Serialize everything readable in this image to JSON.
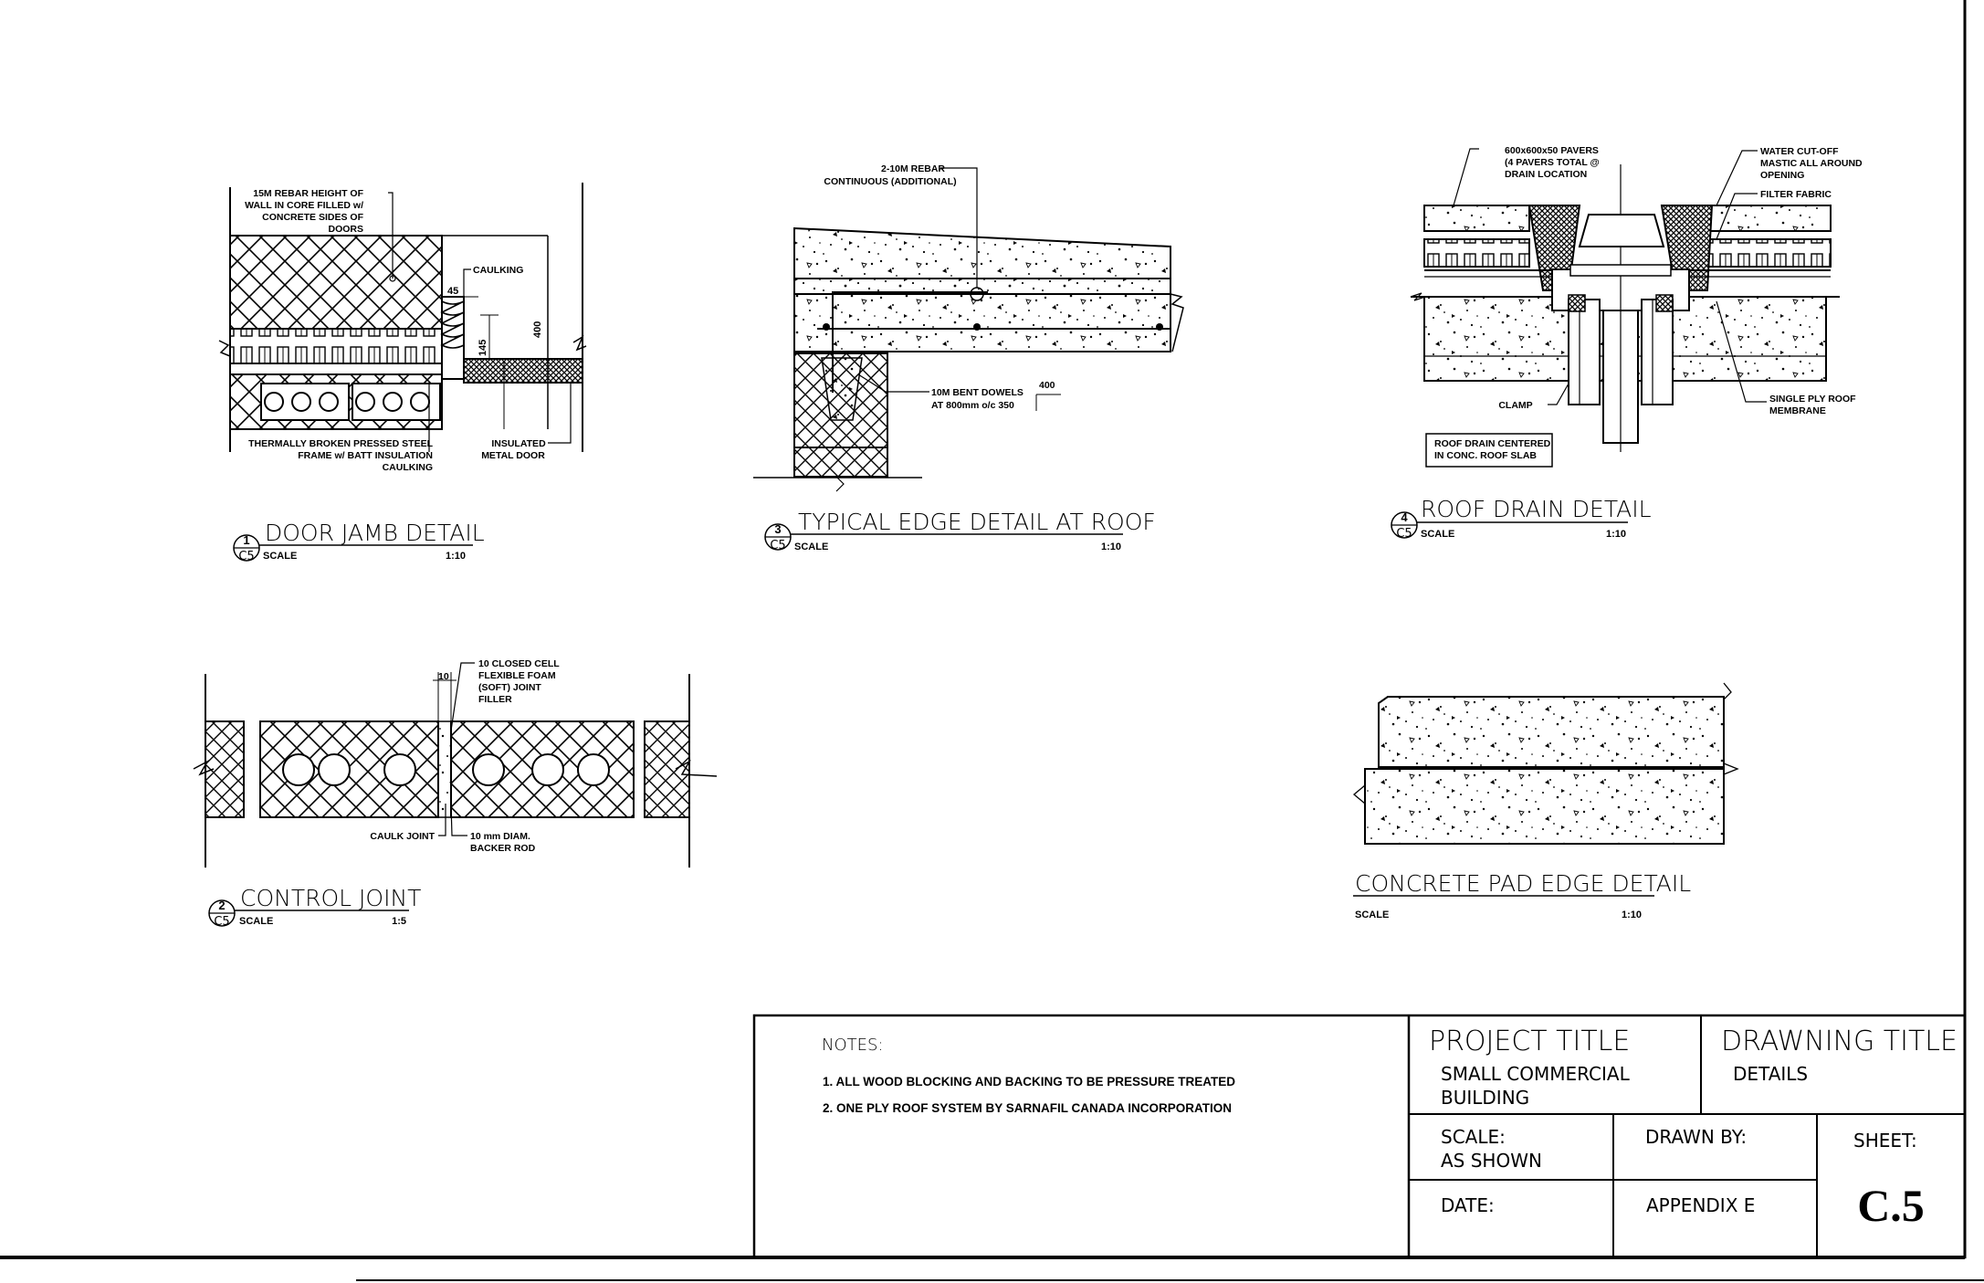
{
  "details": {
    "door_jamb": {
      "number": "1",
      "sheet_ref": "C5",
      "title": "DOOR JAMB DETAIL",
      "scale_label": "SCALE",
      "scale": "1:10",
      "labels": {
        "rebar_1": "15M REBAR HEIGHT OF",
        "rebar_2": "WALL IN CORE FILLED w/",
        "rebar_3": "CONCRETE SIDES OF",
        "rebar_4": "DOORS",
        "caulking": "CAULKING",
        "frame_1": "THERMALLY BROKEN PRESSED STEEL",
        "frame_2": "FRAME w/ BATT INSULATION",
        "frame_3": "CAULKING",
        "door_1": "INSULATED",
        "door_2": "METAL DOOR",
        "dim_45": "45",
        "dim_145": "145",
        "dim_400": "400"
      }
    },
    "control_joint": {
      "number": "2",
      "sheet_ref": "C5",
      "title": "CONTROL JOINT",
      "scale_label": "SCALE",
      "scale": "1:5",
      "labels": {
        "filler_1": "10 CLOSED CELL",
        "filler_2": "FLEXIBLE FOAM",
        "filler_3": "(SOFT) JOINT",
        "filler_4": "FILLER",
        "dim_10": "10",
        "caulk": "CAULK JOINT",
        "rod_1": "10 mm DIAM.",
        "rod_2": "BACKER ROD"
      }
    },
    "roof_edge": {
      "number": "3",
      "sheet_ref": "C5",
      "title": "TYPICAL EDGE DETAIL AT ROOF",
      "scale_label": "SCALE",
      "scale": "1:10",
      "labels": {
        "rebar_1": "2-10M REBAR",
        "rebar_2": "CONTINUOUS (ADDITIONAL)",
        "dowel_1": "10M BENT DOWELS",
        "dowel_2": "AT 800mm o/c 350",
        "dim_400": "400"
      }
    },
    "roof_drain": {
      "number": "4",
      "sheet_ref": "C5",
      "title": "ROOF DRAIN DETAIL",
      "scale_label": "SCALE",
      "scale": "1:10",
      "labels": {
        "pavers_1": "600x600x50 PAVERS",
        "pavers_2": "(4 PAVERS TOTAL @",
        "pavers_3": "DRAIN LOCATION",
        "water_1": "WATER CUT-OFF",
        "water_2": "MASTIC ALL AROUND",
        "water_3": "OPENING",
        "filter": "FILTER FABRIC",
        "clamp": "CLAMP",
        "membrane_1": "SINGLE PLY ROOF",
        "membrane_2": "MEMBRANE",
        "note_1": "ROOF DRAIN CENTERED",
        "note_2": "IN CONC. ROOF SLAB"
      }
    },
    "concrete_pad": {
      "title": "CONCRETE PAD EDGE DETAIL",
      "scale_label": "SCALE",
      "scale": "1:10"
    }
  },
  "title_block": {
    "notes_heading": "NOTES:",
    "notes": [
      "1.  ALL WOOD BLOCKING AND BACKING TO BE PRESSURE TREATED",
      "2.  ONE PLY ROOF SYSTEM BY SARNAFIL CANADA INCORPORATION"
    ],
    "project_title_label": "PROJECT TITLE",
    "project_title_line1": "SMALL COMMERCIAL",
    "project_title_line2": "BUILDING",
    "drawing_title_label": "DRAWNING TITLE",
    "drawing_title_value": "DETAILS",
    "scale_label": "SCALE:",
    "scale_value": "AS SHOWN",
    "drawn_by_label": "DRAWN BY:",
    "sheet_label": "SHEET:",
    "sheet_value": "C.5",
    "date_label": "DATE:",
    "appendix": "APPENDIX E"
  }
}
